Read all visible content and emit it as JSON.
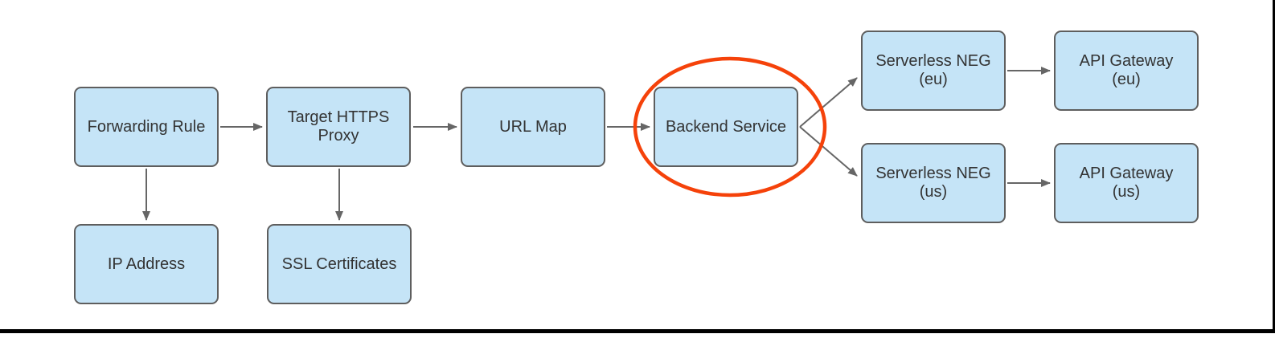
{
  "diagram": {
    "title": "HTTPS load balancer flow diagram",
    "colors": {
      "node_fill": "#c5e4f7",
      "node_border": "#5e5e5e",
      "text": "#333333",
      "arrow": "#666666",
      "highlight": "#f5420a",
      "frame": "#000000"
    },
    "nodes": {
      "forwarding-rule": {
        "label": "Forwarding Rule",
        "lines": [
          "Forwarding Rule"
        ]
      },
      "target-https-proxy": {
        "label": "Target HTTPS Proxy",
        "lines": [
          "Target HTTPS",
          "Proxy"
        ]
      },
      "url-map": {
        "label": "URL Map",
        "lines": [
          "URL Map"
        ]
      },
      "backend-service": {
        "label": "Backend Service",
        "lines": [
          "Backend Service"
        ]
      },
      "ip-address": {
        "label": "IP Address",
        "lines": [
          "IP Address"
        ]
      },
      "ssl-certificates": {
        "label": "SSL Certificates",
        "lines": [
          "SSL Certificates"
        ]
      },
      "serverless-neg-eu": {
        "label": "Serverless NEG (eu)",
        "lines": [
          "Serverless NEG",
          "(eu)"
        ]
      },
      "serverless-neg-us": {
        "label": "Serverless NEG (us)",
        "lines": [
          "Serverless NEG",
          "(us)"
        ]
      },
      "api-gateway-eu": {
        "label": "API Gateway (eu)",
        "lines": [
          "API Gateway",
          "(eu)"
        ]
      },
      "api-gateway-us": {
        "label": "API Gateway (us)",
        "lines": [
          "API Gateway",
          "(us)"
        ]
      }
    },
    "edges": [
      {
        "from": "forwarding-rule",
        "to": "target-https-proxy"
      },
      {
        "from": "target-https-proxy",
        "to": "url-map"
      },
      {
        "from": "url-map",
        "to": "backend-service"
      },
      {
        "from": "backend-service",
        "to": "serverless-neg-eu"
      },
      {
        "from": "backend-service",
        "to": "serverless-neg-us"
      },
      {
        "from": "serverless-neg-eu",
        "to": "api-gateway-eu"
      },
      {
        "from": "serverless-neg-us",
        "to": "api-gateway-us"
      },
      {
        "from": "forwarding-rule",
        "to": "ip-address"
      },
      {
        "from": "target-https-proxy",
        "to": "ssl-certificates"
      }
    ],
    "highlight": {
      "shape": "ellipse",
      "around": "backend-service",
      "color": "#f5420a"
    }
  }
}
